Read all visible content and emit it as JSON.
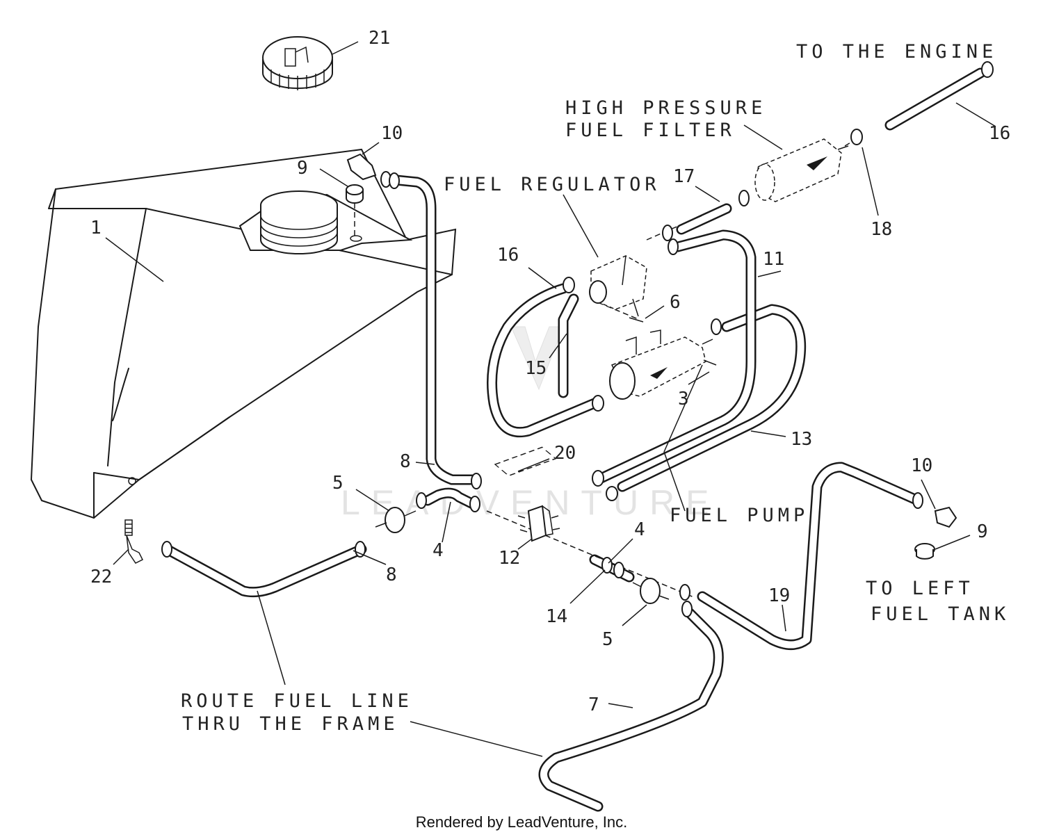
{
  "part_numbers": {
    "p21": "21",
    "p10a": "10",
    "p9a": "9",
    "p1": "1",
    "p17": "17",
    "p16a": "16",
    "p18": "18",
    "p16b": "16",
    "p11": "11",
    "p6": "6",
    "p15": "15",
    "p3": "3",
    "p13": "13",
    "p20": "20",
    "p8a": "8",
    "p5a": "5",
    "p4a": "4",
    "p12": "12",
    "p10b": "10",
    "p9b": "9",
    "p22": "22",
    "p8b": "8",
    "p4b": "4",
    "p14": "14",
    "p5b": "5",
    "p19": "19",
    "p7": "7"
  },
  "labels": {
    "to_engine": "TO THE ENGINE",
    "hp_filter_1": "HIGH PRESSURE",
    "hp_filter_2": "FUEL FILTER",
    "fuel_regulator": "FUEL REGULATOR",
    "fuel_pump": "FUEL PUMP",
    "to_left_1": "TO LEFT",
    "to_left_2": "FUEL TANK",
    "route_1": "ROUTE FUEL LINE",
    "route_2": "THRU THE FRAME"
  },
  "watermark": "LEADVENTURE",
  "footer": "Rendered by LeadVenture, Inc."
}
